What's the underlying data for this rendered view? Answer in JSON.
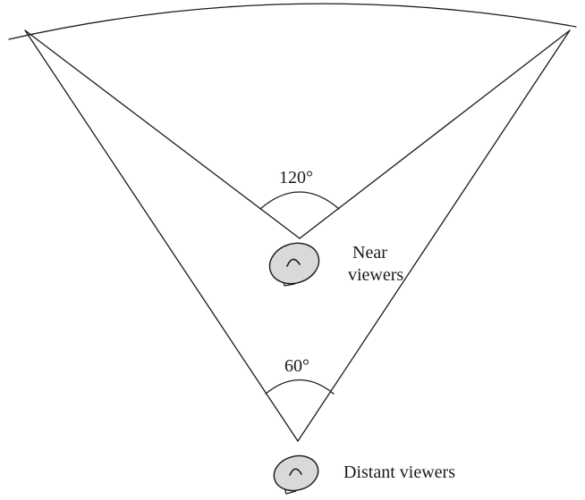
{
  "diagram": {
    "near_angle_label": "120°",
    "distant_angle_label": "60°",
    "near_viewers_label_line1": "Near",
    "near_viewers_label_line2": "viewers",
    "distant_viewers_label": "Distant viewers"
  }
}
